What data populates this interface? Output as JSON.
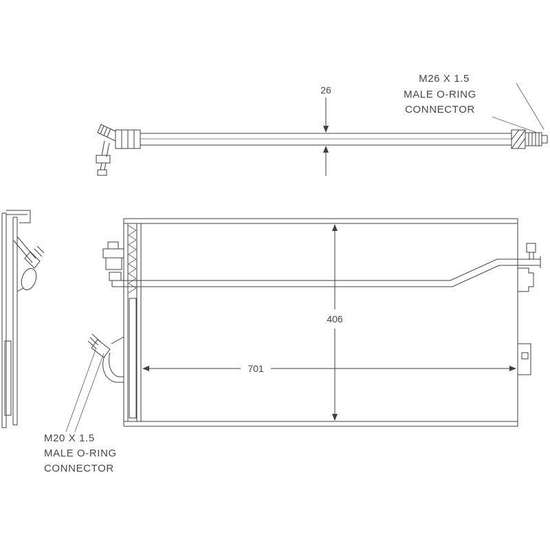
{
  "drawing": {
    "background": "#ffffff",
    "line_color": "#3f3f3f",
    "text_color": "#474747"
  },
  "dimensions": {
    "tube_diameter": "26",
    "core_width": "701",
    "core_height": "406"
  },
  "labels": {
    "top_connector": {
      "line1": "M26 X 1.5",
      "line2": "MALE O-RING",
      "line3": "CONNECTOR"
    },
    "bottom_connector": {
      "line1": "M20 X 1.5",
      "line2": "MALE O-RING",
      "line3": "CONNECTOR"
    }
  }
}
